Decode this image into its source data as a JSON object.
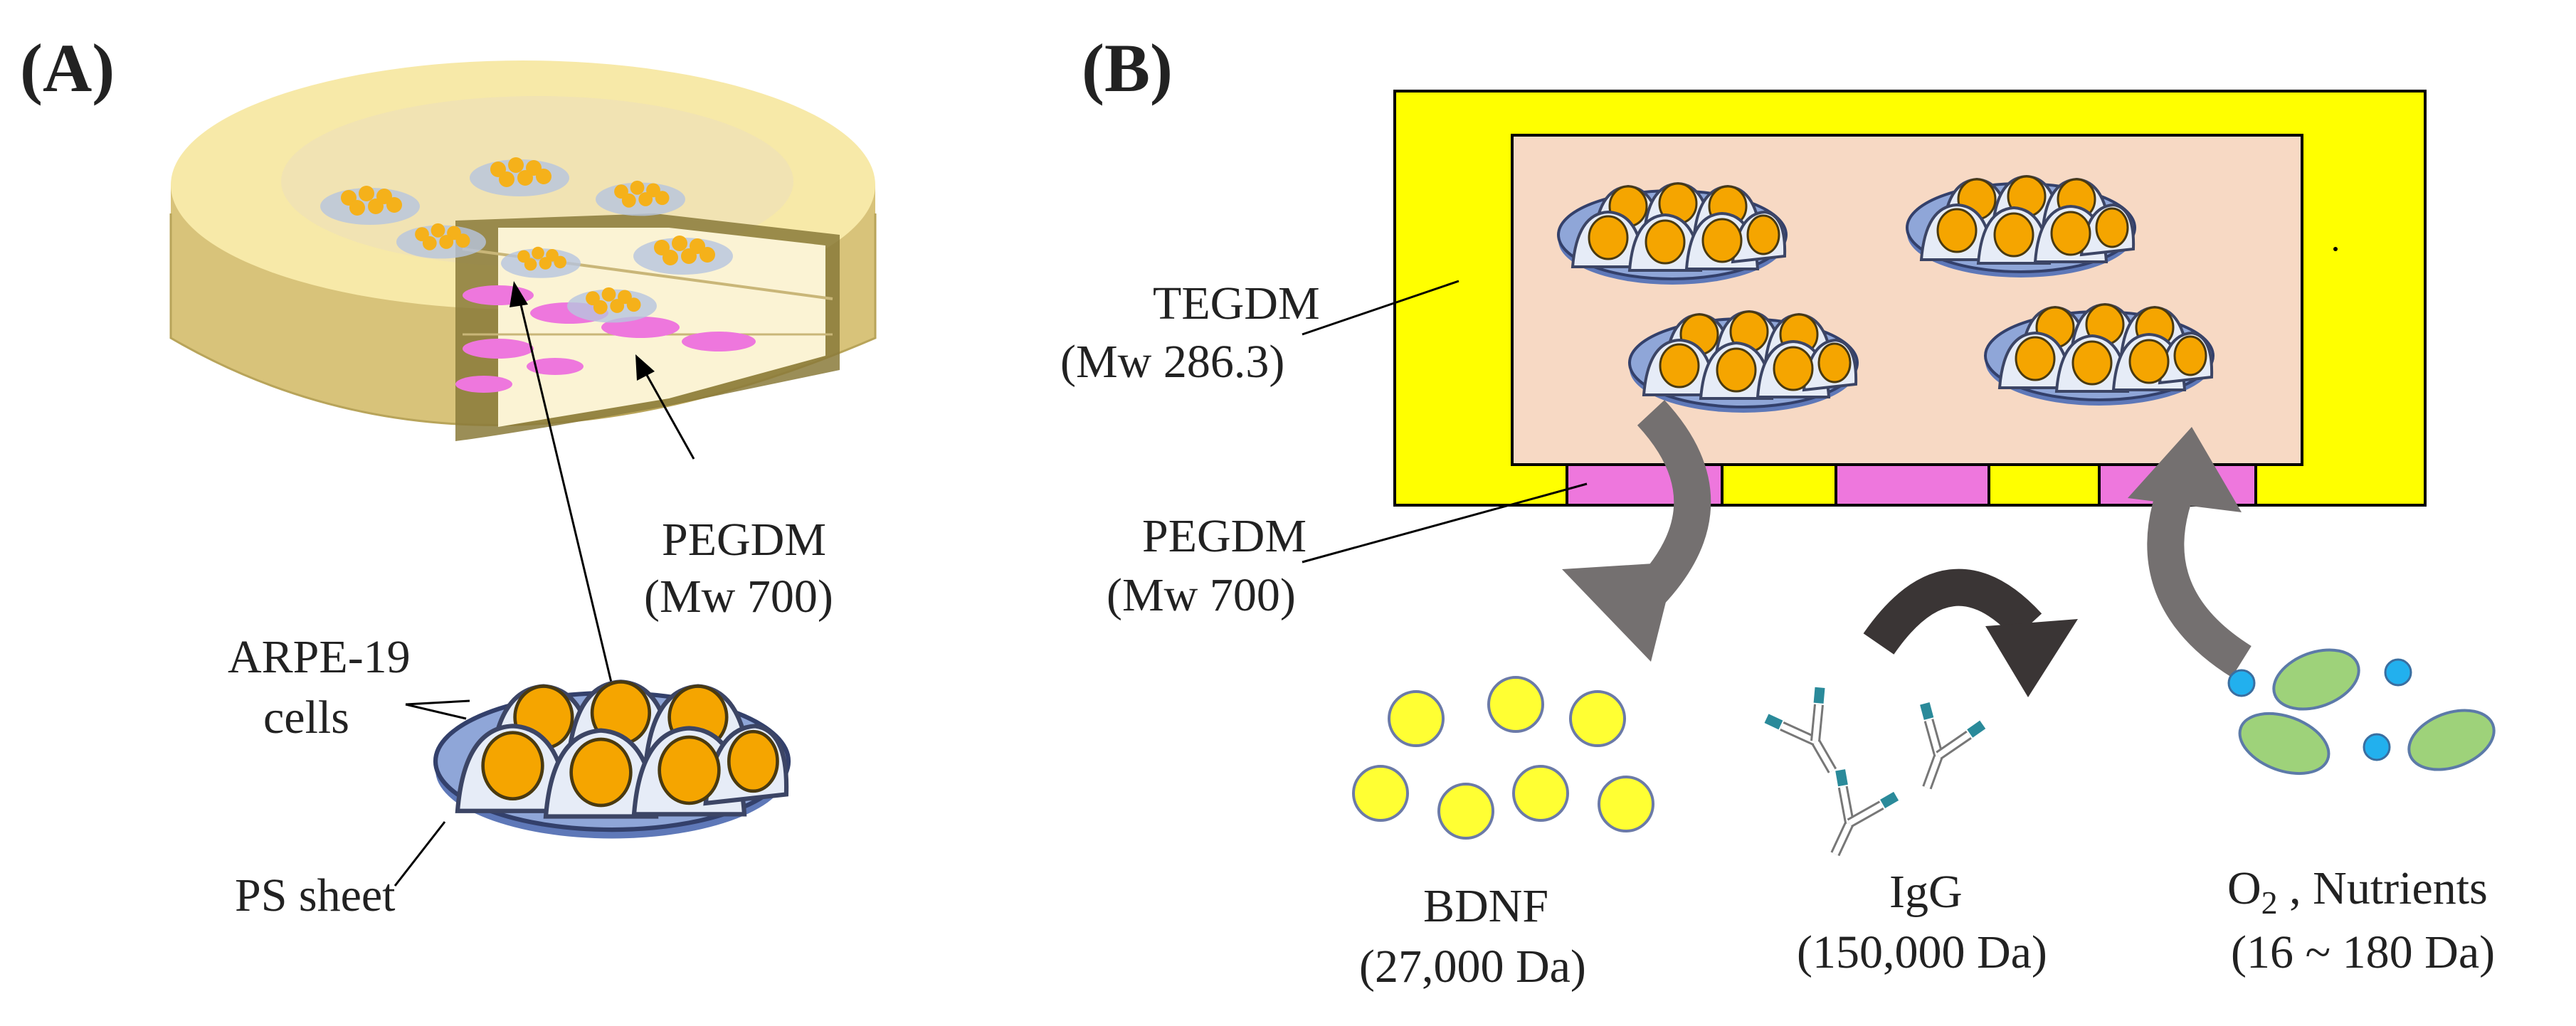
{
  "panel_a": {
    "label": "(A)",
    "hydrogel_label_line1": "PEGDM",
    "hydrogel_label_line2": "(Mw 700)",
    "cells_label_line1": "ARPE-19",
    "cells_label_line2": "cells",
    "sheet_label": "PS sheet"
  },
  "panel_b": {
    "label": "(B)",
    "outer_label_line1": "TEGDM",
    "outer_label_line2": "(Mw 286.3)",
    "window_label_line1": "PEGDM",
    "window_label_line2": "(Mw 700)",
    "bdnf_label_line1": "BDNF",
    "bdnf_label_line2": "(27,000 Da)",
    "igg_label_line1": "IgG",
    "igg_label_line2": "(150,000 Da)",
    "o2_symbol": "O",
    "o2_subscript": "2",
    "nutrients_text": " , Nutrients",
    "nutrients_label_line2": "(16 ~ 180 Da)"
  },
  "colors": {
    "outer_hydrogel": "#ffff00",
    "inner_chamber": "#f7d9c4",
    "peg_window": "#ee77dd",
    "sheet": "#8fa6d8",
    "cell_nucleus": "#f5a500",
    "cell_body": "#e6ecf7",
    "bdnf": "#ffff33",
    "oxygen": "#22b0ee",
    "nutrient": "#9ed27a",
    "arrow_gray": "#747070",
    "arrow_dark": "#3a3535",
    "disk_top": "#f7e9a8",
    "disk_side": "#d8c37a"
  }
}
